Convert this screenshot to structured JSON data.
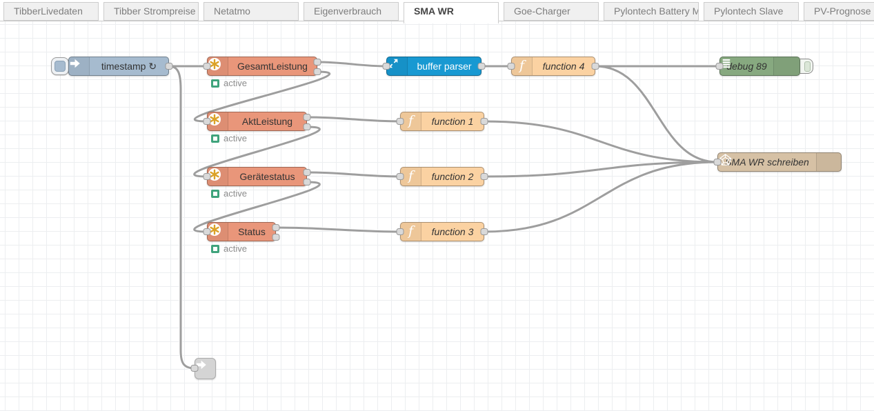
{
  "tabs": {
    "items": [
      {
        "label": "TibberLivedaten",
        "active": false
      },
      {
        "label": "Tibber Strompreise",
        "active": false
      },
      {
        "label": "Netatmo",
        "active": false
      },
      {
        "label": "Eigenverbrauch",
        "active": false
      },
      {
        "label": "SMA WR",
        "active": true
      },
      {
        "label": "Goe-Charger",
        "active": false
      },
      {
        "label": "Pylontech Battery M",
        "active": false
      },
      {
        "label": "Pylontech Slave",
        "active": false
      },
      {
        "label": "PV-Prognose",
        "active": false
      }
    ]
  },
  "nodes": {
    "timestamp": {
      "label": "timestamp ↻",
      "type": "inject"
    },
    "gesamtleistung": {
      "label": "GesamtLeistung",
      "type": "modbus-read",
      "status": "active"
    },
    "aktleistung": {
      "label": "AktLeistung",
      "type": "modbus-read",
      "status": "active"
    },
    "geraetestatus": {
      "label": "Gerätestatus",
      "type": "modbus-read",
      "status": "active"
    },
    "status_node": {
      "label": "Status",
      "type": "modbus-read",
      "status": "active"
    },
    "buffer_parser": {
      "label": "buffer parser",
      "type": "buffer-parser"
    },
    "function1": {
      "label": "function 1",
      "type": "function"
    },
    "function2": {
      "label": "function 2",
      "type": "function"
    },
    "function3": {
      "label": "function 3",
      "type": "function"
    },
    "function4": {
      "label": "function 4",
      "type": "function"
    },
    "debug89": {
      "label": "debug 89",
      "type": "debug"
    },
    "sma_schreiben": {
      "label": "SMA WR schreiben",
      "type": "modbus-write"
    },
    "link_out": {
      "label": "",
      "type": "link"
    }
  },
  "colors": {
    "inject": "#a6bbcf",
    "modbus_read": "#e9967a",
    "buffer_parser": "#1899d2",
    "function": "#fbd2a2",
    "debug": "#87a980",
    "modbus_write": "#d6c1a5",
    "link": "#d4d4d4",
    "wire": "#9e9e9e",
    "status_green": "#3fa37c",
    "grid": "#eceef0"
  }
}
